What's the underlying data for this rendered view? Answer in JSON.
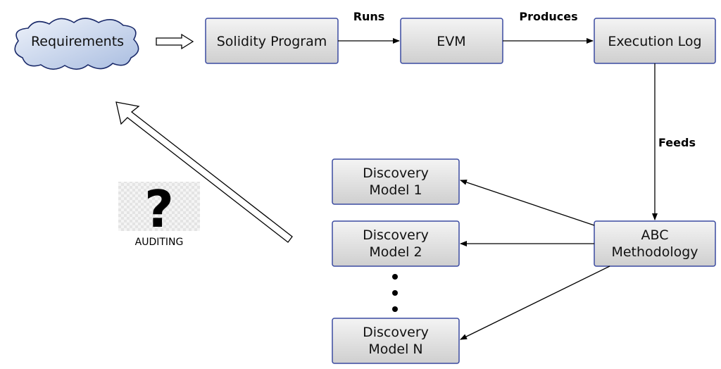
{
  "nodes": {
    "requirements": "Requirements",
    "solidity_program": "Solidity Program",
    "evm": "EVM",
    "execution_log": "Execution Log",
    "abc_methodology": [
      "ABC",
      "Methodology"
    ],
    "discovery_model_1": [
      "Discovery",
      "Model 1"
    ],
    "discovery_model_2": [
      "Discovery",
      "Model 2"
    ],
    "discovery_model_n": [
      "Discovery",
      "Model N"
    ]
  },
  "edges": {
    "runs": "Runs",
    "produces": "Produces",
    "feeds": "Feeds"
  },
  "auditing": {
    "symbol": "?",
    "label": "AUDITING"
  },
  "colors": {
    "box_border": "#3a4aa0",
    "box_fill_top": "#f4f4f4",
    "box_fill_bottom": "#cfcfcf",
    "cloud_fill_top": "#e6ecf8",
    "cloud_fill_bottom": "#a9bde0",
    "cloud_border": "#1a2a6a"
  }
}
